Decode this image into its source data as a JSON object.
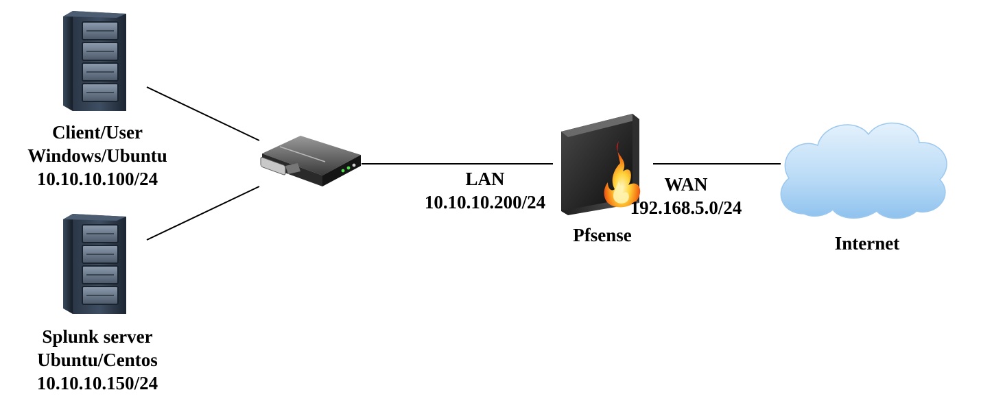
{
  "nodes": {
    "client": {
      "name": "Client/User",
      "os": "Windows/Ubuntu",
      "ip": "10.10.10.100/24"
    },
    "splunk": {
      "name": "Splunk server",
      "os": "Ubuntu/Centos",
      "ip": "10.10.10.150/24"
    },
    "firewall": {
      "name": "Pfsense"
    },
    "internet": {
      "name": "Internet"
    }
  },
  "links": {
    "lan": {
      "name": "LAN",
      "ip": "10.10.10.200/24"
    },
    "wan": {
      "name": "WAN",
      "ip": "192.168.5.0/24"
    }
  },
  "colors": {
    "server_body": "#1e2a38",
    "server_bay": "#6d7d8f",
    "cloud_fill": "#9ecaf0",
    "flame_outer": "#e8251c",
    "flame_inner": "#ffd33a",
    "line": "#000000"
  }
}
